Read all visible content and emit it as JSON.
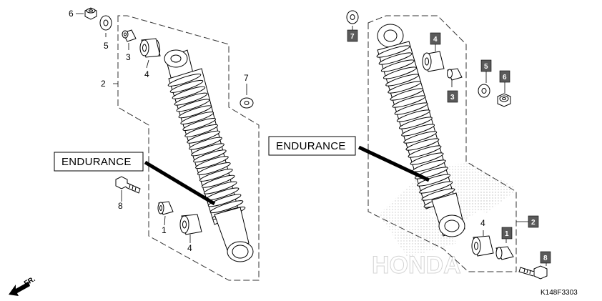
{
  "left_assembly": {
    "callout": "ENDURANCE",
    "labels": {
      "n1": "1",
      "n2": "2",
      "n3": "3",
      "n4a": "4",
      "n4b": "4",
      "n5": "5",
      "n6": "6",
      "n7": "7",
      "n8": "8"
    }
  },
  "right_assembly": {
    "callout": "ENDURANCE",
    "labels": {
      "n4": "4"
    },
    "boxed_labels": {
      "b1": "1",
      "b2": "2",
      "b3": "3",
      "b4": "4",
      "b5": "5",
      "b6": "6",
      "b7": "7",
      "b8": "8"
    },
    "watermark": "HONDA"
  },
  "direction_label": "FR.",
  "diagram_code": "K148F3303",
  "colors": {
    "line": "#000000",
    "box_fill": "#5a5a5a",
    "watermark": "#d4d4d4"
  }
}
